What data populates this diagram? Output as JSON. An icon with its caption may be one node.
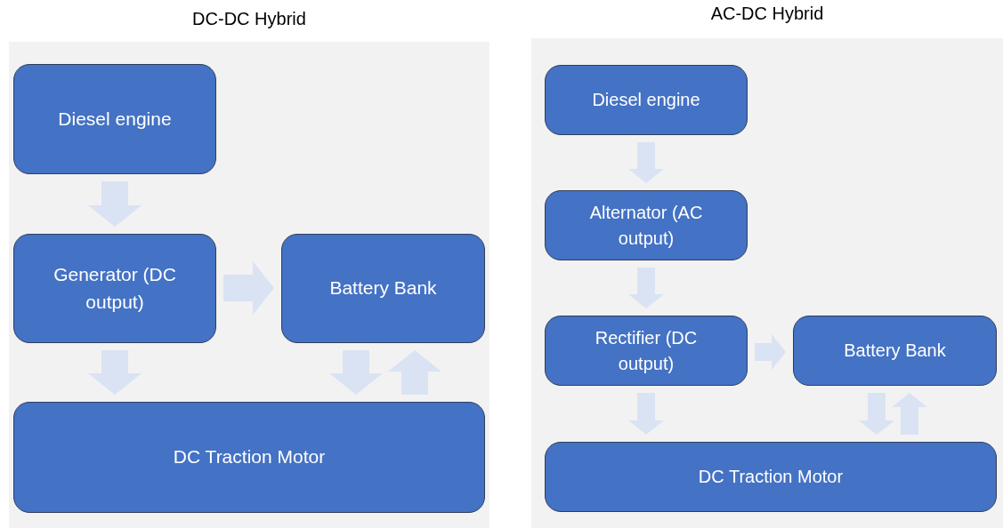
{
  "diagram": {
    "nodes": [
      {
        "text": [
          "DC-DC Hybrid"
        ]
      },
      {
        "text": [
          "Diesel engine"
        ],
        "in": 0
      },
      {
        "text": [
          "Generator (DC output)"
        ],
        "in": 0
      },
      {
        "text": [
          "Battery Bank"
        ],
        "in": 0
      },
      {
        "text": [
          "DC Traction Motor"
        ],
        "in": 0
      },
      {
        "text": [
          "AC-DC Hybrid"
        ]
      },
      {
        "text": [
          "Diesel engine"
        ],
        "in": 5
      },
      {
        "text": [
          "Alternator (AC output)"
        ],
        "in": 5
      },
      {
        "text": [
          "Rectifier (DC output)"
        ],
        "in": 5
      },
      {
        "text": [
          "Battery Bank"
        ],
        "in": 5
      },
      {
        "text": [
          "DC Traction Motor"
        ],
        "in": 5
      }
    ],
    "edges": [
      {
        "from": 1,
        "to": 2,
        "arrow": "to"
      },
      {
        "from": 2,
        "to": 3,
        "arrow": "to"
      },
      {
        "from": 2,
        "to": 4,
        "arrow": "to"
      },
      {
        "from": 3,
        "to": 4,
        "arrow": "to"
      },
      {
        "from": 4,
        "to": 3,
        "arrow": "to"
      },
      {
        "from": 6,
        "to": 7,
        "arrow": "to"
      },
      {
        "from": 7,
        "to": 8,
        "arrow": "to"
      },
      {
        "from": 8,
        "to": 9,
        "arrow": "to"
      },
      {
        "from": 8,
        "to": 10,
        "arrow": "to"
      },
      {
        "from": 9,
        "to": 10,
        "arrow": "to"
      },
      {
        "from": 10,
        "to": 9,
        "arrow": "to"
      }
    ]
  }
}
